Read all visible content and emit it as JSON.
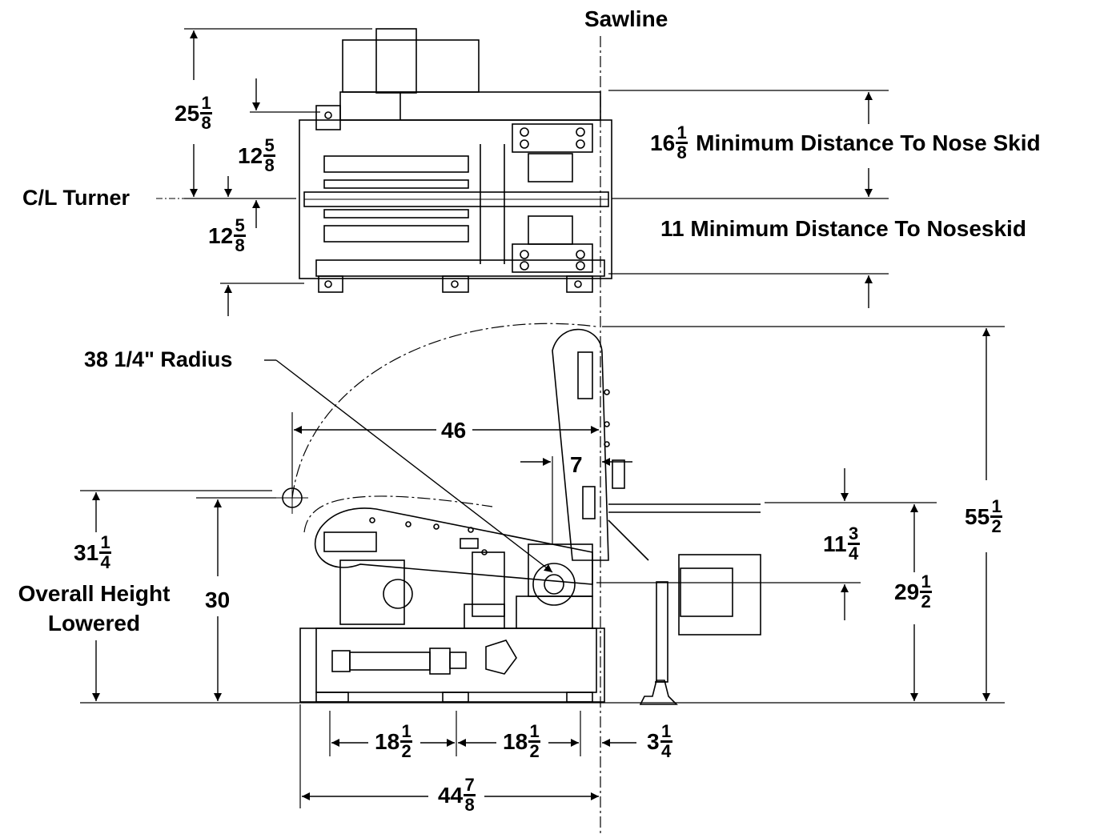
{
  "labels": {
    "sawline": "Sawline",
    "cl_turner": "C/L Turner",
    "radius": "38 1/4\" Radius",
    "min_nose_skid": "Minimum Distance To Nose Skid",
    "min_noseskid": "11 Minimum Distance To Noseskid",
    "overall_height_1": "Overall Height",
    "overall_height_2": "Lowered"
  },
  "dimensions": {
    "d25": {
      "whole": "25",
      "num": "1",
      "den": "8"
    },
    "d12a": {
      "whole": "12",
      "num": "5",
      "den": "8"
    },
    "d12b": {
      "whole": "12",
      "num": "5",
      "den": "8"
    },
    "d16": {
      "whole": "16",
      "num": "1",
      "den": "8"
    },
    "d46": {
      "whole": "46"
    },
    "d7": {
      "whole": "7"
    },
    "d31": {
      "whole": "31",
      "num": "1",
      "den": "4"
    },
    "d30": {
      "whole": "30"
    },
    "d11": {
      "whole": "11",
      "num": "3",
      "den": "4"
    },
    "d29": {
      "whole": "29",
      "num": "1",
      "den": "2"
    },
    "d55": {
      "whole": "55",
      "num": "1",
      "den": "2"
    },
    "d18a": {
      "whole": "18",
      "num": "1",
      "den": "2"
    },
    "d18b": {
      "whole": "18",
      "num": "1",
      "den": "2"
    },
    "d3": {
      "whole": "3",
      "num": "1",
      "den": "4"
    },
    "d44": {
      "whole": "44",
      "num": "7",
      "den": "8"
    }
  }
}
